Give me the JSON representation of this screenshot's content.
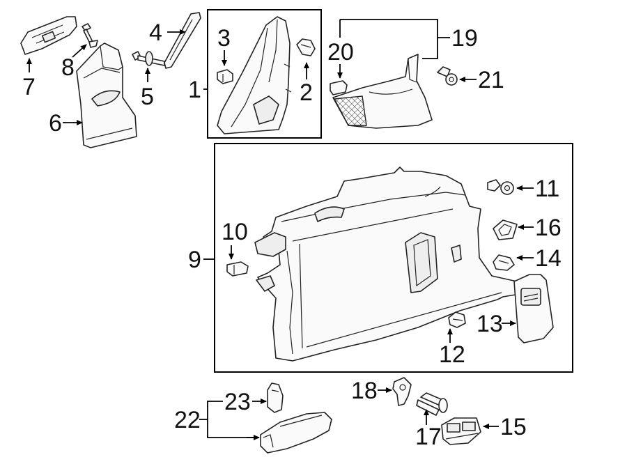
{
  "diagram": {
    "callouts": {
      "c1": "1",
      "c2": "2",
      "c3": "3",
      "c4": "4",
      "c5": "5",
      "c6": "6",
      "c7": "7",
      "c8": "8",
      "c9": "9",
      "c10": "10",
      "c11": "11",
      "c12": "12",
      "c13": "13",
      "c14": "14",
      "c15": "15",
      "c16": "16",
      "c17": "17",
      "c18": "18",
      "c19": "19",
      "c20": "20",
      "c21": "21",
      "c22": "22",
      "c23": "23"
    },
    "parts": [
      {
        "key": "p1",
        "callout": "1"
      },
      {
        "key": "p2",
        "callout": "2"
      },
      {
        "key": "p3",
        "callout": "3"
      },
      {
        "key": "p4",
        "callout": "4"
      },
      {
        "key": "p5",
        "callout": "5"
      },
      {
        "key": "p6",
        "callout": "6"
      },
      {
        "key": "p7",
        "callout": "7"
      },
      {
        "key": "p8",
        "callout": "8"
      },
      {
        "key": "p9",
        "callout": "9"
      },
      {
        "key": "p10",
        "callout": "10"
      },
      {
        "key": "p11",
        "callout": "11"
      },
      {
        "key": "p12",
        "callout": "12"
      },
      {
        "key": "p13",
        "callout": "13"
      },
      {
        "key": "p14",
        "callout": "14"
      },
      {
        "key": "p15",
        "callout": "15"
      },
      {
        "key": "p16",
        "callout": "16"
      },
      {
        "key": "p17",
        "callout": "17"
      },
      {
        "key": "p18",
        "callout": "18"
      },
      {
        "key": "p19",
        "callout": "19"
      },
      {
        "key": "p20",
        "callout": "20"
      },
      {
        "key": "p21",
        "callout": "21"
      },
      {
        "key": "p22",
        "callout": "22"
      },
      {
        "key": "p23",
        "callout": "23"
      }
    ],
    "colors": {
      "line": "#000000",
      "fill": "#fafafa",
      "background": "#ffffff"
    }
  }
}
